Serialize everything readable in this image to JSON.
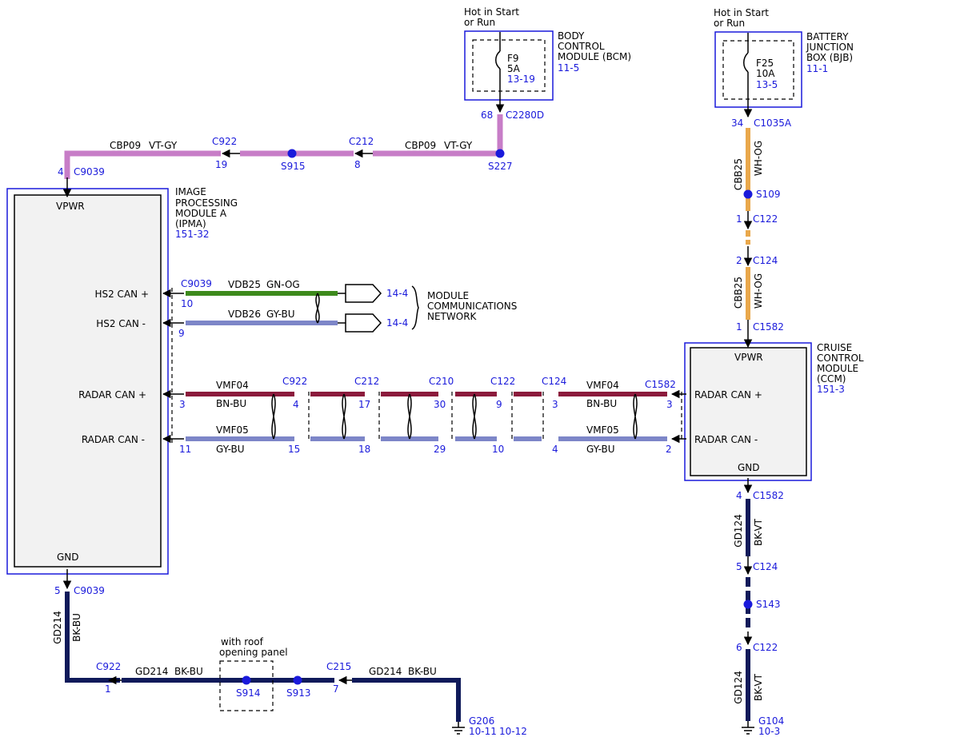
{
  "bcm": {
    "power_note_1": "Hot in Start",
    "power_note_2": "or Run",
    "name_1": "BODY",
    "name_2": "CONTROL",
    "name_3": "MODULE (BCM)",
    "ref": "11-5",
    "fuse_id": "F9",
    "fuse_amp": "5A",
    "fuse_ref": "13-19",
    "pin": "68",
    "connector": "C2280D"
  },
  "bjb": {
    "power_note_1": "Hot in Start",
    "power_note_2": "or Run",
    "name_1": "BATTERY",
    "name_2": "JUNCTION",
    "name_3": "BOX (BJB)",
    "ref": "11-1",
    "fuse_id": "F25",
    "fuse_amp": "10A",
    "fuse_ref": "13-5",
    "pin": "34",
    "connector": "C1035A"
  },
  "ipma": {
    "name_1": "IMAGE",
    "name_2": "PROCESSING",
    "name_3": "MODULE A",
    "name_4": "(IPMA)",
    "ref": "151-32",
    "vpwr": "VPWR",
    "gnd": "GND",
    "hs2_plus": "HS2 CAN +",
    "hs2_minus": "HS2 CAN -",
    "radar_plus": "RADAR CAN +",
    "radar_minus": "RADAR CAN -"
  },
  "ccm": {
    "name_1": "CRUISE",
    "name_2": "CONTROL",
    "name_3": "MODULE",
    "name_4": "(CCM)",
    "ref": "151-3",
    "vpwr": "VPWR",
    "gnd": "GND",
    "radar_plus": "RADAR CAN +",
    "radar_minus": "RADAR CAN -"
  },
  "power_feed": {
    "circuit_left": "CBP09",
    "color_left": "VT-GY",
    "circuit_right": "CBP09",
    "color_right": "VT-GY",
    "splice_s227": "S227",
    "splice_s915": "S915",
    "c212": "C212",
    "c212_pin": "8",
    "c922": "C922",
    "c922_pin": "19",
    "c9039": "C9039",
    "c9039_pin": "4"
  },
  "ccm_power": {
    "circuit_top": "CBB25",
    "color_top": "WH-OG",
    "circuit_bottom": "CBB25",
    "color_bottom": "WH-OG",
    "splice": "S109",
    "c122": "C122",
    "c122_pin": "1",
    "c124": "C124",
    "c124_pin": "2",
    "c1582": "C1582",
    "c1582_pin": "1"
  },
  "hs2": {
    "connector": "C9039",
    "pin_plus": "10",
    "pin_minus": "9",
    "circuit_plus": "VDB25",
    "color_plus": "GN-OG",
    "circuit_minus": "VDB26",
    "color_minus": "GY-BU",
    "ref_plus": "14-4",
    "ref_minus": "14-4",
    "network_1": "MODULE",
    "network_2": "COMMUNICATIONS",
    "network_3": "NETWORK",
    "wire_plus_color": "#3d8a1c",
    "wire_minus_color": "#7d86c8"
  },
  "radar": {
    "circuit_plus_left": "VMF04",
    "color_plus_left": "BN-BU",
    "circuit_minus_left": "VMF05",
    "color_minus_left": "GY-BU",
    "circuit_plus_right": "VMF04",
    "color_plus_right": "BN-BU",
    "circuit_minus_right": "VMF05",
    "color_minus_right": "GY-BU",
    "wire_plus_color": "#8b1a3c",
    "wire_minus_color": "#7d86c8",
    "ipma_pin_plus": "3",
    "ipma_pin_minus": "11",
    "c922": "C922",
    "c922_plus": "4",
    "c922_minus": "15",
    "c212": "C212",
    "c212_plus": "17",
    "c212_minus": "18",
    "c210": "C210",
    "c210_plus": "30",
    "c210_minus": "29",
    "c122": "C122",
    "c122_plus": "9",
    "c122_minus": "10",
    "c124": "C124",
    "c124_plus": "3",
    "c124_minus": "4",
    "c1582": "C1582",
    "c1582_plus": "3",
    "c1582_minus": "2"
  },
  "ipma_ground": {
    "c9039": "C9039",
    "c9039_pin": "5",
    "circuit_vertical": "GD214",
    "color_vertical": "BK-BU",
    "c922": "C922",
    "c922_pin": "1",
    "circuit_1": "GD214",
    "color_1": "BK-BU",
    "option_note_1": "with roof",
    "option_note_2": "opening panel",
    "splice_s914": "S914",
    "splice_s913": "S913",
    "c215": "C215",
    "c215_pin": "7",
    "circuit_2": "GD214",
    "color_2": "BK-BU",
    "ground": "G206",
    "ground_ref_1": "10-11",
    "ground_ref_2": "10-12"
  },
  "ccm_ground": {
    "c1582": "C1582",
    "c1582_pin": "4",
    "circuit_top": "GD124",
    "color_top": "BK-VT",
    "c124": "C124",
    "c124_pin": "5",
    "splice": "S143",
    "c122": "C122",
    "c122_pin": "6",
    "circuit_bottom": "GD124",
    "color_bottom": "BK-VT",
    "ground": "G104",
    "ground_ref": "10-3"
  },
  "colors": {
    "violet_wire": "#c77dc7",
    "orange_wire": "#e9a84c",
    "black_wire": "#101a5a",
    "ref_blue": "#1a1adb"
  }
}
